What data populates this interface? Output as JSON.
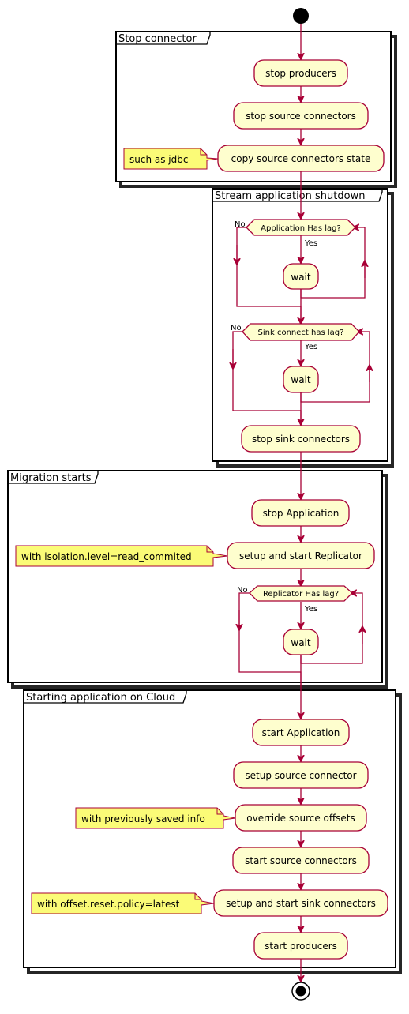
{
  "partitions": [
    {
      "title": "Stop connector"
    },
    {
      "title": "Stream application shutdown"
    },
    {
      "title": "Migration starts"
    },
    {
      "title": "Starting application on Cloud"
    }
  ],
  "activities": {
    "stop_producers": "stop producers",
    "stop_source_connectors": "stop source connectors",
    "copy_source_connectors_state": "copy source connectors state",
    "wait": "wait",
    "stop_sink_connectors": "stop sink connectors",
    "stop_application": "stop Application",
    "setup_start_replicator": "setup and start Replicator",
    "start_application": "start Application",
    "setup_source_connector": "setup source connector",
    "override_source_offsets": "override source offsets",
    "start_source_connectors": "start source connectors",
    "setup_start_sink_connectors": "setup and start sink connectors",
    "start_producers": "start producers"
  },
  "conditions": {
    "application_lag": "Application Has lag?",
    "sink_connect_lag": "Sink connect has lag?",
    "replicator_lag": "Replicator Has lag?",
    "yes": "Yes",
    "no": "No"
  },
  "notes": {
    "jdbc": "such as jdbc",
    "isolation": "with isolation.level=read_commited",
    "saved_info": "with previously saved info",
    "offset_reset": "with offset.reset.policy=latest"
  },
  "colors": {
    "activity_fill": "#FEFECE",
    "line": "#A80036",
    "note_fill": "#FBFB77",
    "frame": "#000000"
  }
}
